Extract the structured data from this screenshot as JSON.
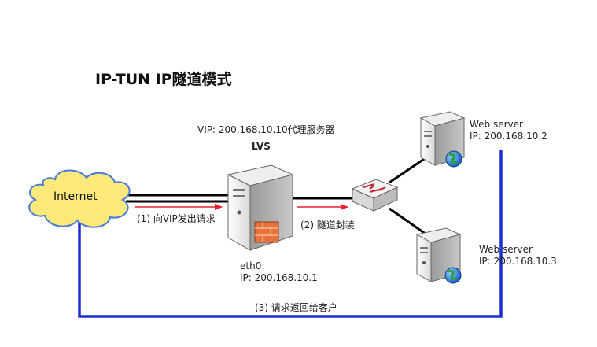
{
  "diagram": {
    "title": "IP-TUN IP隧道模式",
    "internet_label": "Internet",
    "lvs": {
      "vip_label": "VIP: 200.168.10.10代理服务器",
      "name": "LVS",
      "eth0_label": "eth0:",
      "ip_label": "IP: 200.168.10.1"
    },
    "web_server_1": {
      "name": "Web server",
      "ip": "IP: 200.168.10.2"
    },
    "web_server_2": {
      "name": "Web server",
      "ip": "IP: 200.168.10.3"
    },
    "steps": {
      "step1": "(1) 向VIP发出请求",
      "step2": "(2) 隧道封装",
      "step3": "(3) 请求返回给客户"
    },
    "colors": {
      "request_arrow": "#e8202a",
      "return_path": "#1f2ccf",
      "cloud_fill": "#fde87a",
      "cloud_stroke": "#4a7ad8"
    },
    "icons": [
      "cloud-icon",
      "server-icon",
      "firewall-icon",
      "switch-icon",
      "globe-icon"
    ]
  }
}
